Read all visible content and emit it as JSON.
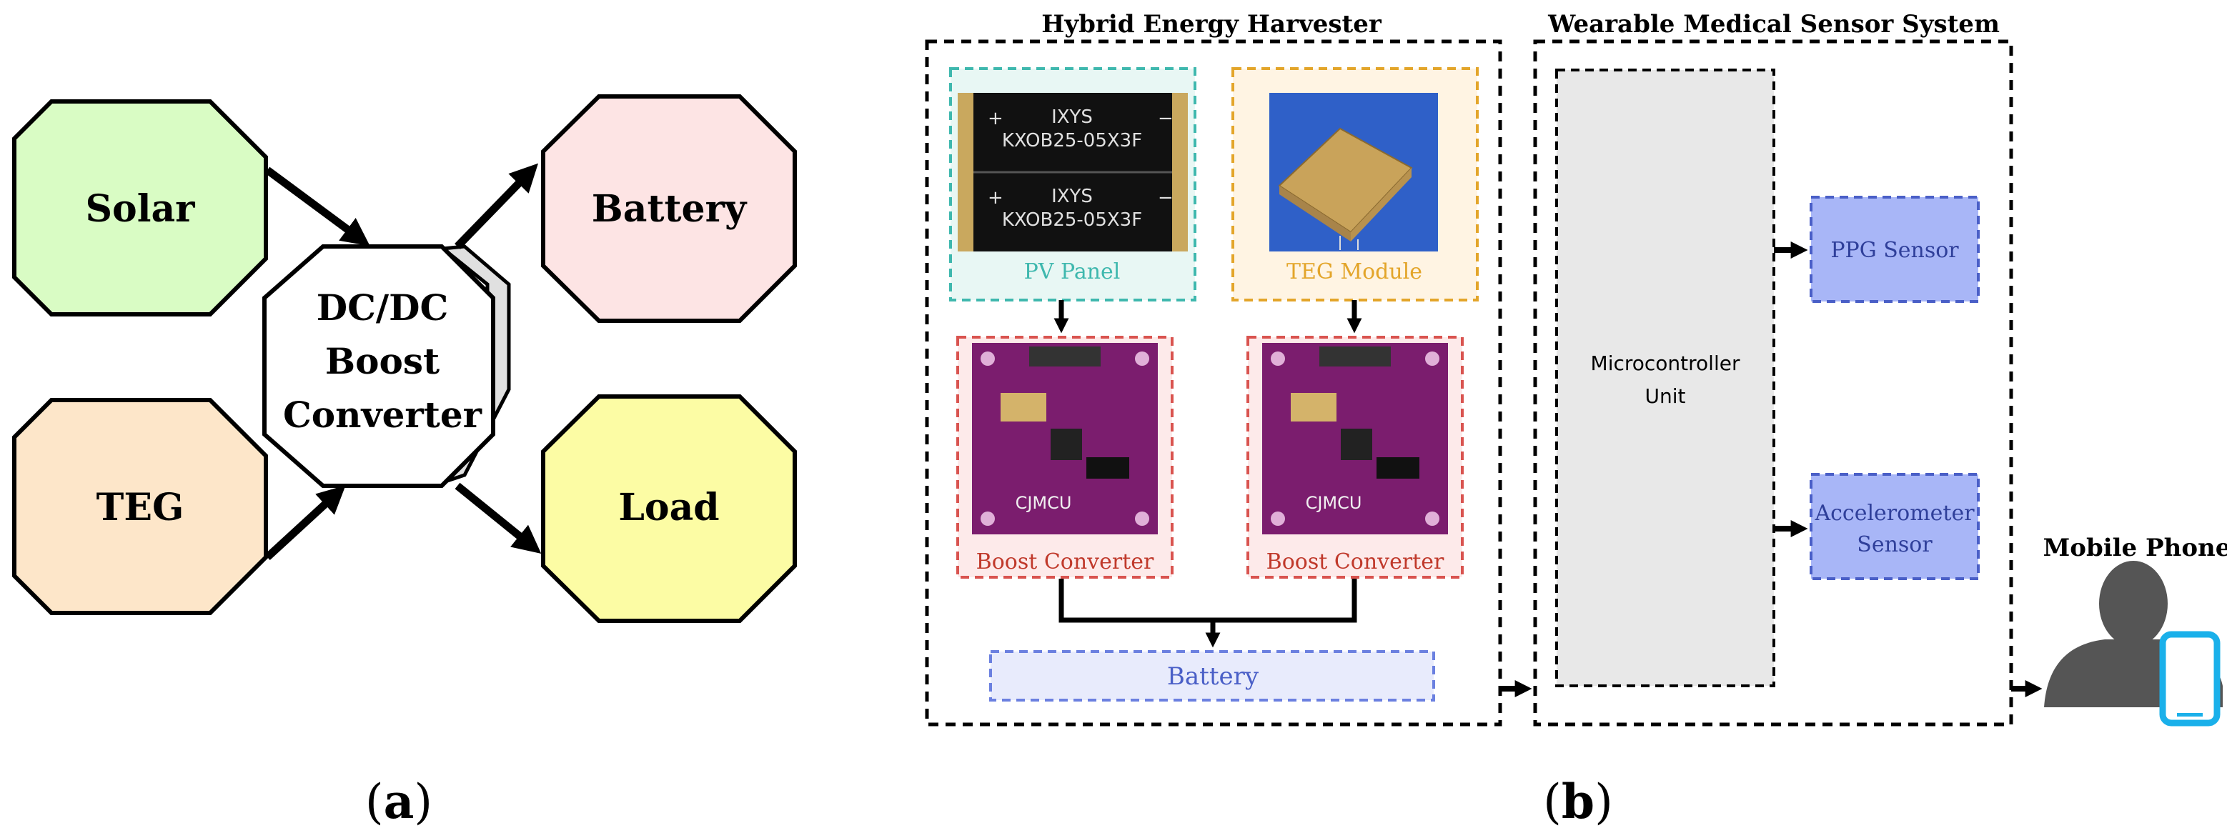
{
  "panel_a": {
    "nodes": {
      "solar": "Solar",
      "teg": "TEG",
      "battery": "Battery",
      "load": "Load",
      "converter_line1": "DC/DC",
      "converter_line2": "Boost",
      "converter_line3": "Converter"
    },
    "caption": {
      "open": "(",
      "letter": "a",
      "close": ")"
    }
  },
  "panel_b": {
    "harvester_title": "Hybrid Energy Harvester",
    "sensor_system_title": "Wearable Medical Sensor System",
    "pv_panel": "PV Panel",
    "pv_chip_text_1": "IXYS",
    "pv_chip_text_2": "KXOB25-05X3F",
    "teg_module": "TEG Module",
    "boost_left": "Boost Converter",
    "boost_right": "Boost Converter",
    "board_label": "CJMCU",
    "battery": "Battery",
    "mcu_line1": "Microcontroller",
    "mcu_line2": "Unit",
    "ppg_sensor": "PPG Sensor",
    "accel_line1": "Accelerometer",
    "accel_line2": "Sensor",
    "mobile_phone": "Mobile Phone",
    "caption": {
      "open": "(",
      "letter": "b",
      "close": ")"
    }
  },
  "colors": {
    "solar_fill": "#d9fcc4",
    "teg_fill": "#fde6c9",
    "battery_fill": "#fde4e4",
    "load_fill": "#fcfca4",
    "pv_accent": "#3fb8ae",
    "teg_accent": "#e3a52a",
    "boost_accent": "#d9534f",
    "battery_accent": "#6b80e0",
    "sensor_fill": "#a8b6f7",
    "mcu_fill": "#e8e8e8",
    "phone_accent": "#1ab0ea"
  }
}
